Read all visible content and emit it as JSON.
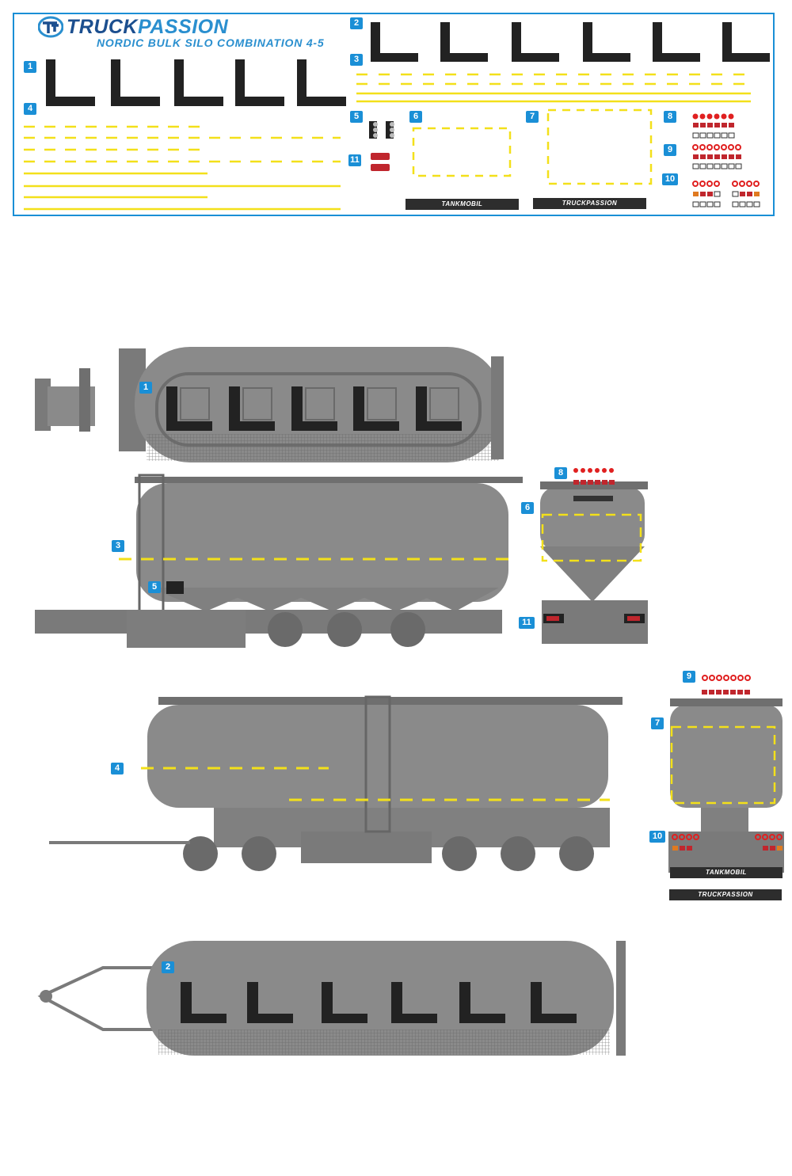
{
  "sheet": {
    "brand": "TRUCKPASSION",
    "brand_part1": "TRUCK",
    "brand_part2": "PASSION",
    "subtitle": "NORDIC BULK SILO COMBINATION 4-5",
    "logo_icon": "tp-logo-icon",
    "bar_tankmobil": "TANKMOBIL",
    "bar_truckpassion": "TRUCKPASSION",
    "decal_numbers": [
      "1",
      "2",
      "3",
      "4",
      "5",
      "6",
      "7",
      "8",
      "9",
      "10",
      "11"
    ]
  },
  "labels": {
    "n1": "1",
    "n2": "2",
    "n3": "3",
    "n4": "4",
    "n5": "5",
    "n6": "6",
    "n7": "7",
    "n8": "8",
    "n9": "9",
    "n10": "10",
    "n11": "11"
  },
  "footer_bar": {
    "tankmobil": "TANKMOBIL",
    "truckpassion": "TRUCKPASSION"
  },
  "colors": {
    "accent": "#1a8fd6",
    "brand_dark": "#1c4f8f",
    "decal_black": "#222222",
    "stripe_yellow": "#f3e01a",
    "vehicle_gray": "#7f7f7f",
    "light_red": "#e02020"
  }
}
